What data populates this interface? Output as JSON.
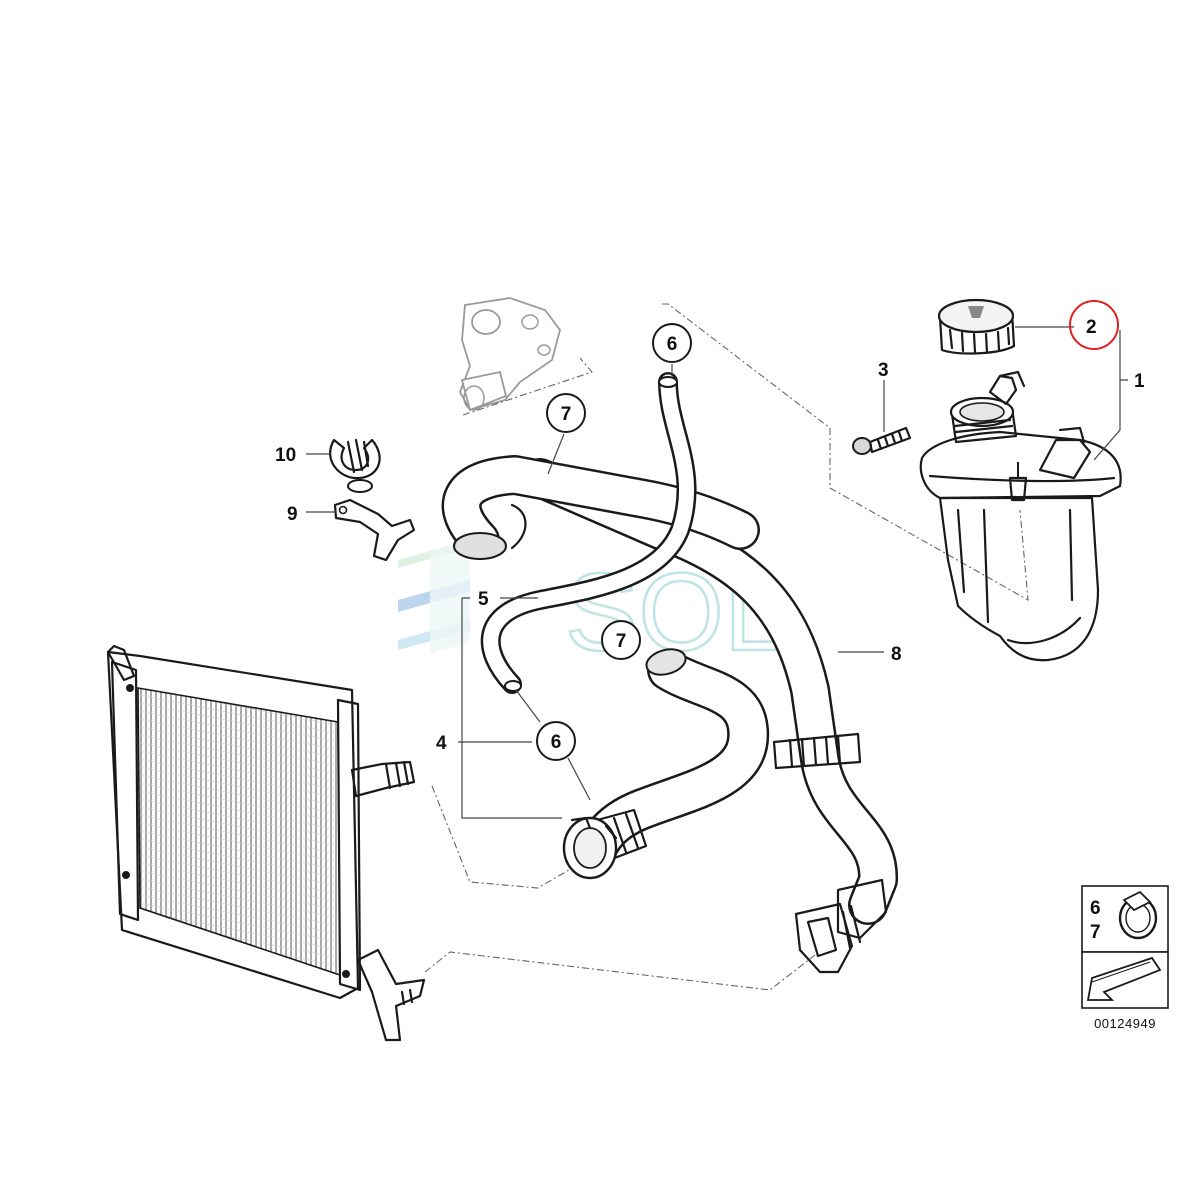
{
  "diagram": {
    "callouts": {
      "c1": "1",
      "c2": "2",
      "c3": "3",
      "c4": "4",
      "c5": "5",
      "c6a": "6",
      "c6b": "6",
      "c7a": "7",
      "c7b": "7",
      "c8": "8",
      "c9": "9",
      "c10": "10"
    },
    "legend": {
      "n1": "6",
      "n2": "7"
    },
    "part_code": "00124949",
    "watermark": "SOL",
    "highlight_color": "#e02020"
  }
}
